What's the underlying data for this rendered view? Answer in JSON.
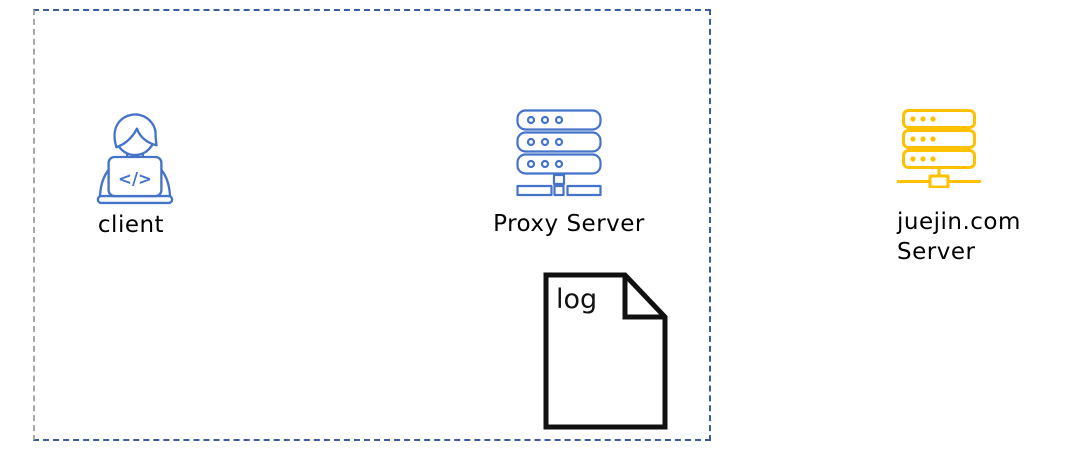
{
  "diagram": {
    "type": "architecture-diagram",
    "boundary": {
      "description": "dashed rectangle enclosing client, proxy server and log file",
      "dash_color_blue": "#3A5BA0",
      "dash_color_gray_left": "#A8A8A8"
    },
    "colors": {
      "icon_blue": "#4573C9",
      "icon_gold": "#FFC000",
      "log_outline": "#111111",
      "label_text": "#000000",
      "background": "#FFFFFF"
    }
  },
  "nodes": {
    "client": {
      "label": "client",
      "icon": "developer-at-laptop-icon",
      "laptop_glyph": "</>"
    },
    "proxy": {
      "label": "Proxy Server",
      "icon": "server-stack-icon"
    },
    "log": {
      "label": "log",
      "icon": "document-folded-corner-icon"
    },
    "juejin": {
      "label_line1": "juejin.com",
      "label_line2": "Server",
      "icon": "server-stack-icon"
    }
  }
}
